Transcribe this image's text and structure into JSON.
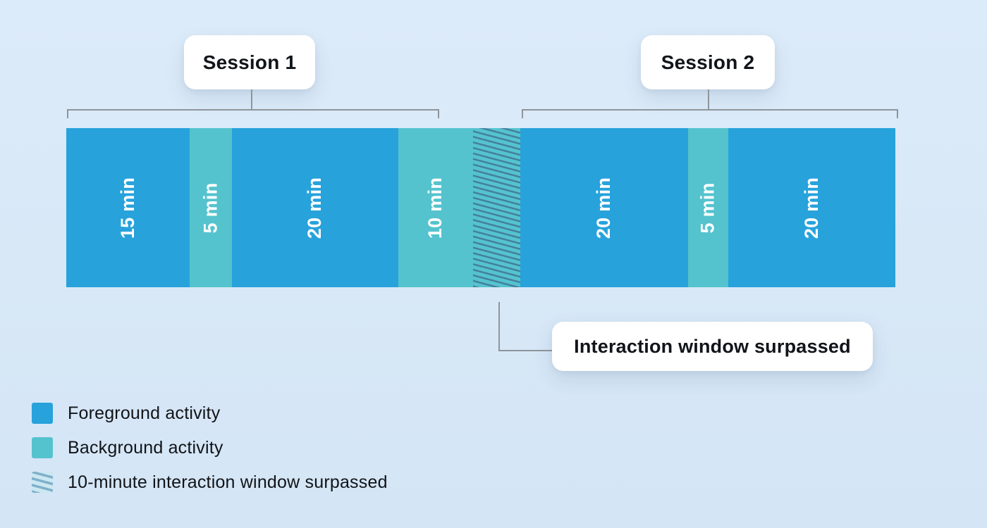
{
  "colors": {
    "page_bg_top": "#dcebf9",
    "page_bg_bottom": "#d4e5f5",
    "card_bg": "#ffffff",
    "text_dark": "#111418",
    "connector_gray": "#8f959c",
    "foreground_blue": "#27a2db",
    "background_teal": "#54c3ce",
    "hatch_stripe": "#45809e",
    "legend_hatch_bg": "#cbe7f1",
    "legend_hatch_stripe": "#7fb0ca",
    "segment_label": "#ffffff"
  },
  "sessions": [
    {
      "label": "Session 1"
    },
    {
      "label": "Session 2"
    }
  ],
  "timeline": {
    "segments": [
      {
        "label": "15 min",
        "minutes": 15,
        "type": "foreground"
      },
      {
        "label": "5 min",
        "minutes": 5,
        "type": "background"
      },
      {
        "label": "20 min",
        "minutes": 20,
        "type": "foreground"
      },
      {
        "label": "10 min",
        "minutes": 10,
        "type": "background"
      },
      {
        "label": "",
        "type": "interaction-window-surpassed"
      },
      {
        "label": "20 min",
        "minutes": 20,
        "type": "foreground"
      },
      {
        "label": "5 min",
        "minutes": 5,
        "type": "background"
      },
      {
        "label": "20 min",
        "minutes": 20,
        "type": "foreground"
      }
    ]
  },
  "callout": {
    "label": "Interaction window surpassed"
  },
  "legend": {
    "items": [
      {
        "swatch": "foreground-swatch",
        "label": "Foreground activity"
      },
      {
        "swatch": "background-swatch",
        "label": "Background activity"
      },
      {
        "swatch": "hatched-swatch",
        "label": "10-minute interaction window surpassed"
      }
    ]
  }
}
